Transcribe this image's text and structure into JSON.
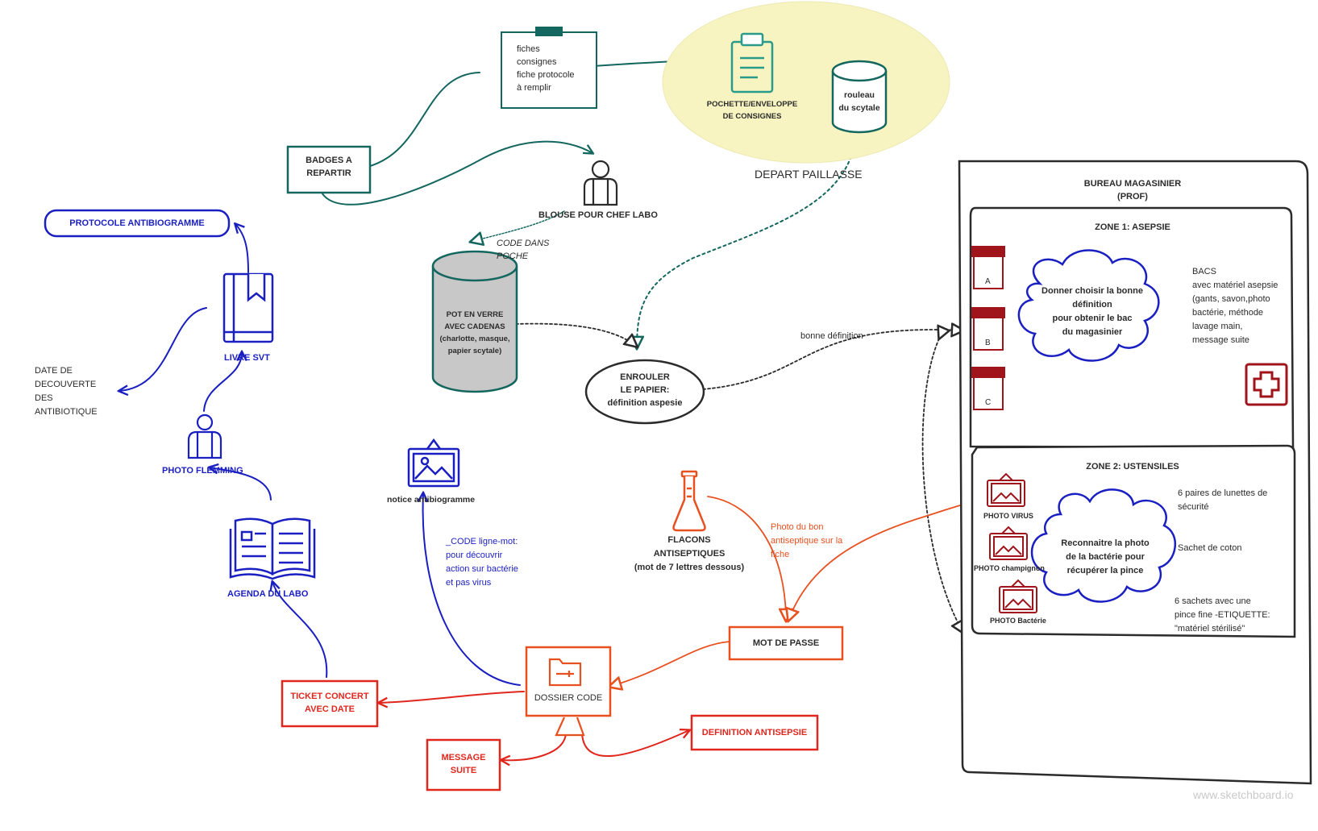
{
  "colors": {
    "teal": "#13675f",
    "teal_icon": "#2a9a8b",
    "blue": "#1a1fc2",
    "red": "#e0261d",
    "orange": "#e8501f",
    "dark_red": "#a0141c",
    "gray": "#2b2b2b",
    "yellow_blob": "#f7f4c1",
    "pot_fill": "#c8c8c8"
  },
  "icons": {
    "clipboard": "clipboard-icon",
    "cylinder": "cylinder-icon",
    "person": "person-icon",
    "book": "book-icon",
    "open_book": "open-book-icon",
    "picture": "picture-icon",
    "flask": "flask-icon",
    "folder": "folder-icon",
    "computer": "computer-icon",
    "first_aid": "first-aid-icon",
    "bin": "bin-icon"
  },
  "nodes": {
    "fiches": {
      "lines": [
        "fiches",
        "consignes",
        "fiche protocole",
        "à remplir"
      ]
    },
    "pochette": {
      "lines": [
        "POCHETTE/ENVELOPPE",
        "DE CONSIGNES"
      ]
    },
    "rouleau": {
      "lines": [
        "rouleau",
        "du scytale"
      ]
    },
    "depart": "DEPART PAILLASSE",
    "badges": {
      "lines": [
        "BADGES A",
        "REPARTIR"
      ]
    },
    "blouse": "BLOUSE POUR CHEF LABO",
    "code_poche": {
      "lines": [
        "CODE DANS",
        "POCHE"
      ]
    },
    "pot": {
      "lines": [
        "POT EN VERRE",
        "AVEC CADENAS",
        "(charlotte, masque,",
        "papier scytale)"
      ]
    },
    "enrouler": {
      "lines": [
        "ENROULER",
        "LE PAPIER:",
        "définition aspesie"
      ]
    },
    "bonne_definition": "bonne définition",
    "protocole": "PROTOCOLE ANTIBIOGRAMME",
    "livre": "LIVRE SVT",
    "date_decouverte": {
      "lines": [
        "DATE DE",
        "DECOUVERTE",
        "DES",
        "ANTIBIOTIQUE"
      ]
    },
    "photo_flemming": "PHOTO FLEMMING",
    "agenda": "AGENDA DU LABO",
    "notice": "notice antibiogramme",
    "code_ligne": {
      "lines": [
        "_CODE ligne-mot:",
        "pour découvrir",
        "action sur bactérie",
        "et pas virus"
      ]
    },
    "flacons": {
      "lines": [
        "FLACONS",
        "ANTISEPTIQUES",
        "(mot de 7 lettres dessous)"
      ]
    },
    "photo_bon": {
      "lines": [
        "Photo du bon",
        "antiseptique sur la",
        "fiche"
      ]
    },
    "mot_de_passe": "MOT DE PASSE",
    "dossier_code": "DOSSIER CODE",
    "ticket": {
      "lines": [
        "TICKET CONCERT",
        "AVEC DATE"
      ]
    },
    "message": {
      "lines": [
        "MESSAGE",
        "SUITE"
      ]
    },
    "definition": "DEFINITION ANTISEPSIE"
  },
  "bureau": {
    "title": {
      "lines": [
        "BUREAU MAGASINIER",
        "(PROF)"
      ]
    },
    "zone1": {
      "title": "ZONE 1: ASEPSIE",
      "bins": [
        "A",
        "B",
        "C"
      ],
      "cloud": {
        "lines": [
          "Donner choisir la bonne",
          "définition",
          "pour obtenir le bac",
          "du magasinier"
        ]
      },
      "bacs": {
        "lines": [
          "BACS",
          "avec matériel asepsie",
          "(gants, savon,photo",
          "bactérie, méthode",
          "lavage main,",
          "message suite"
        ]
      }
    },
    "zone2": {
      "title": "ZONE 2: USTENSILES",
      "photos": [
        "PHOTO VIRUS",
        "PHOTO champignon",
        "PHOTO Bactérie"
      ],
      "cloud": {
        "lines": [
          "Reconnaitre la photo",
          "de la bactérie pour",
          "récupérer la pince"
        ]
      },
      "item1": {
        "lines": [
          "6 paires de lunettes de",
          "sécurité"
        ]
      },
      "item2": "Sachet de coton",
      "item3": {
        "lines": [
          "6 sachets avec une",
          "pince fine -ETIQUETTE:",
          "\"matériel stérilisé\""
        ]
      }
    }
  },
  "watermark": "www.sketchboard.io"
}
